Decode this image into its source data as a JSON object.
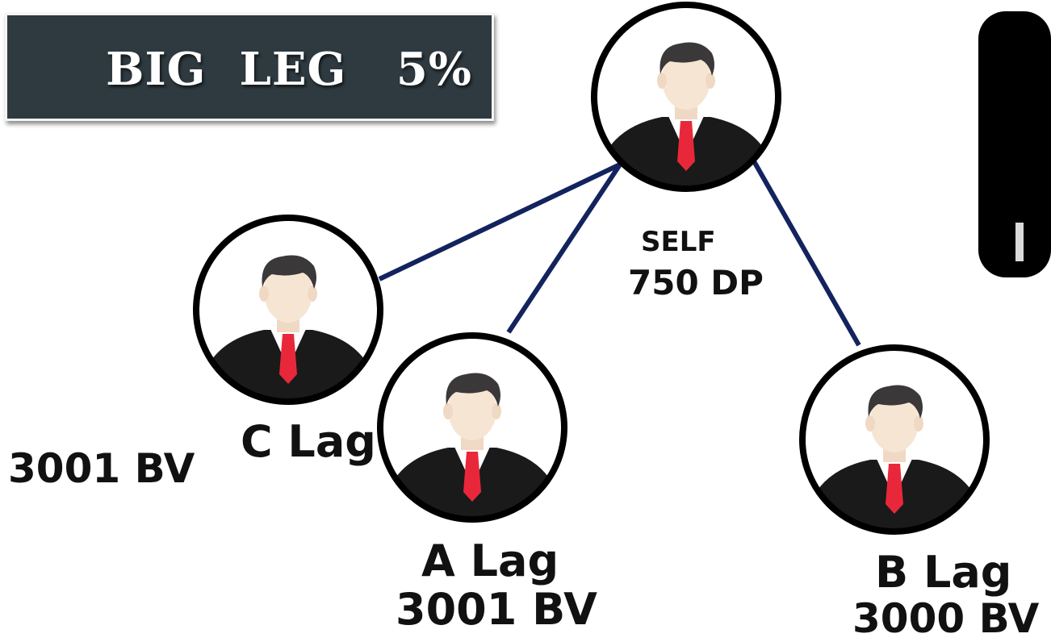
{
  "banner": {
    "title": "BIG  LEG   5%"
  },
  "nodes": {
    "self": {
      "name": "SELF",
      "value": "750 DP",
      "icon": "businessman-avatar-icon"
    },
    "c": {
      "name": "C Lag",
      "icon": "businessman-avatar-icon"
    },
    "a": {
      "name": "A Lag",
      "value": "3001 BV",
      "icon": "businessman-avatar-icon"
    },
    "b": {
      "name": "B Lag",
      "value": "3000 BV",
      "icon": "businessman-avatar-icon"
    },
    "c_value": "3001 BV"
  },
  "colors": {
    "connector": "#13235e",
    "banner_bg": "#2e3a40",
    "tie": "#e8283a",
    "suit": "#1a1a1a",
    "hair": "#3a3838",
    "skin": "#f7e5d4"
  }
}
